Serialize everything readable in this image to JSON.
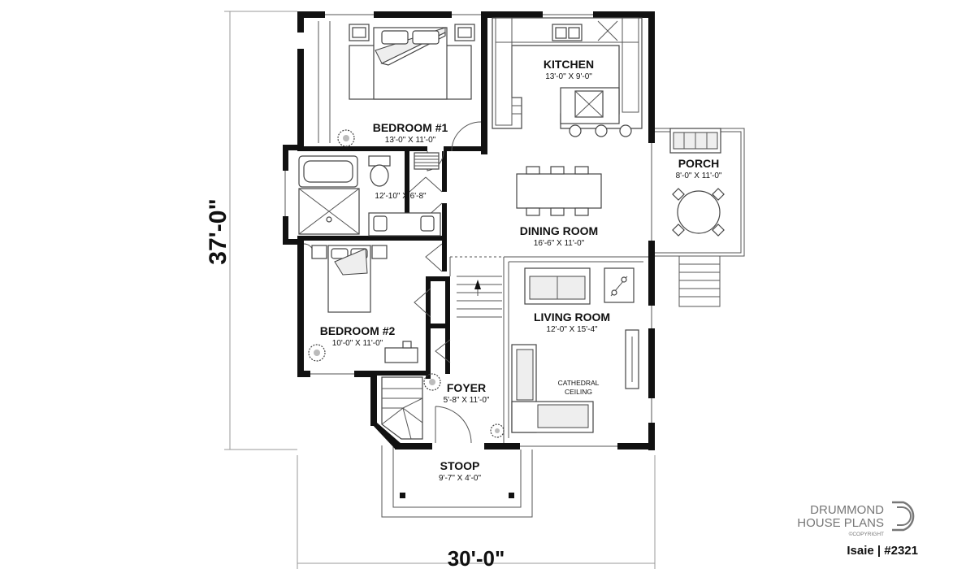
{
  "dimensions": {
    "height": "37'-0\"",
    "width": "30'-0\""
  },
  "rooms": {
    "kitchen": {
      "name": "KITCHEN",
      "size": "13'-0\" X 9'-0\""
    },
    "bedroom1": {
      "name": "BEDROOM #1",
      "size": "13'-0\" X 11'-0\""
    },
    "bath": {
      "size": "12'-10\" X 6'-8\""
    },
    "porch": {
      "name": "PORCH",
      "size": "8'-0\" X 11'-0\""
    },
    "dining": {
      "name": "DINING ROOM",
      "size": "16'-6\" X 11'-0\""
    },
    "living": {
      "name": "LIVING ROOM",
      "size": "12'-0\" X 15'-4\""
    },
    "bedroom2": {
      "name": "BEDROOM #2",
      "size": "10'-0\" X 11'-0\""
    },
    "foyer": {
      "name": "FOYER",
      "size": "5'-8\" X 11'-0\""
    },
    "stoop": {
      "name": "STOOP",
      "size": "9'-7\" X 4'-0\""
    }
  },
  "notes": {
    "cathedral_1": "CATHEDRAL",
    "cathedral_2": "CEILING"
  },
  "brand": {
    "line1": "DRUMMOND",
    "line2": "HOUSE PLANS",
    "copyright": "©COPYRIGHT",
    "plan_id": "Isaie | #2321"
  },
  "icons": [
    "drummond-logo-icon",
    "stair-arrow-icon",
    "plant-icon"
  ]
}
